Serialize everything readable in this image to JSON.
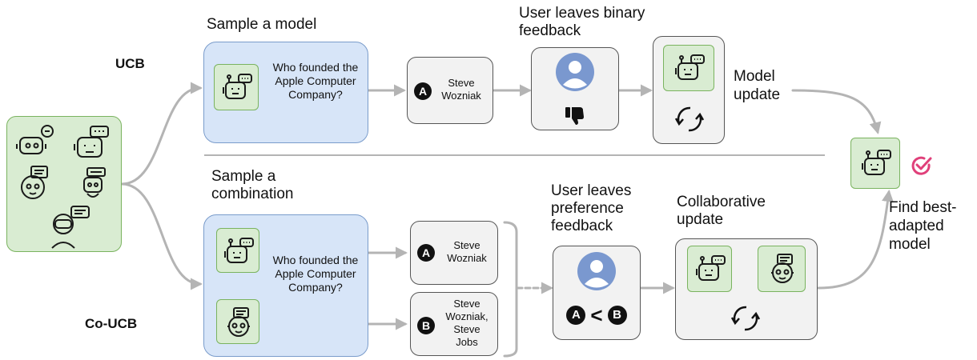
{
  "ucb": {
    "row_label": "UCB",
    "step1_title": "Sample a model",
    "question": "Who founded the Apple Computer Company?",
    "answer_badge": "A",
    "answer_text": "Steve Wozniak",
    "step3_title": "User leaves binary feedback",
    "step4_title": "Model update",
    "icons": {
      "user": "user-avatar-icon",
      "feedback": "thumbs-down-icon",
      "model": "robot-icon",
      "update": "refresh-cycle-icon"
    }
  },
  "co_ucb": {
    "row_label": "Co-UCB",
    "step1_title": "Sample a combination",
    "question": "Who founded the Apple Computer Company?",
    "answer_a_badge": "A",
    "answer_a_text": "Steve Wozniak",
    "answer_b_badge": "B",
    "answer_b_text": "Steve Wozniak, Steve Jobs",
    "step3_title": "User leaves preference feedback",
    "preference_left": "A",
    "preference_symbol": "<",
    "preference_right": "B",
    "step4_title": "Collaborative update",
    "icons": {
      "user": "user-avatar-icon",
      "model_a": "robot-icon",
      "model_b": "robot-icon",
      "update": "refresh-cycle-icon"
    }
  },
  "result": {
    "label": "Find best-adapted model",
    "icons": {
      "model": "robot-icon",
      "check": "checkmark-circle-icon"
    }
  },
  "pool": {
    "icon": "robot-group-icon"
  },
  "colors": {
    "pool_fill": "#d9ecd2",
    "pool_border": "#7ab35f",
    "prompt_fill": "#d7e5f8",
    "prompt_border": "#7a9ccb",
    "box_fill": "#f2f2f2",
    "arrow": "#b4b4b4",
    "avatar": "#7a98cf",
    "check": "#e0407a"
  }
}
